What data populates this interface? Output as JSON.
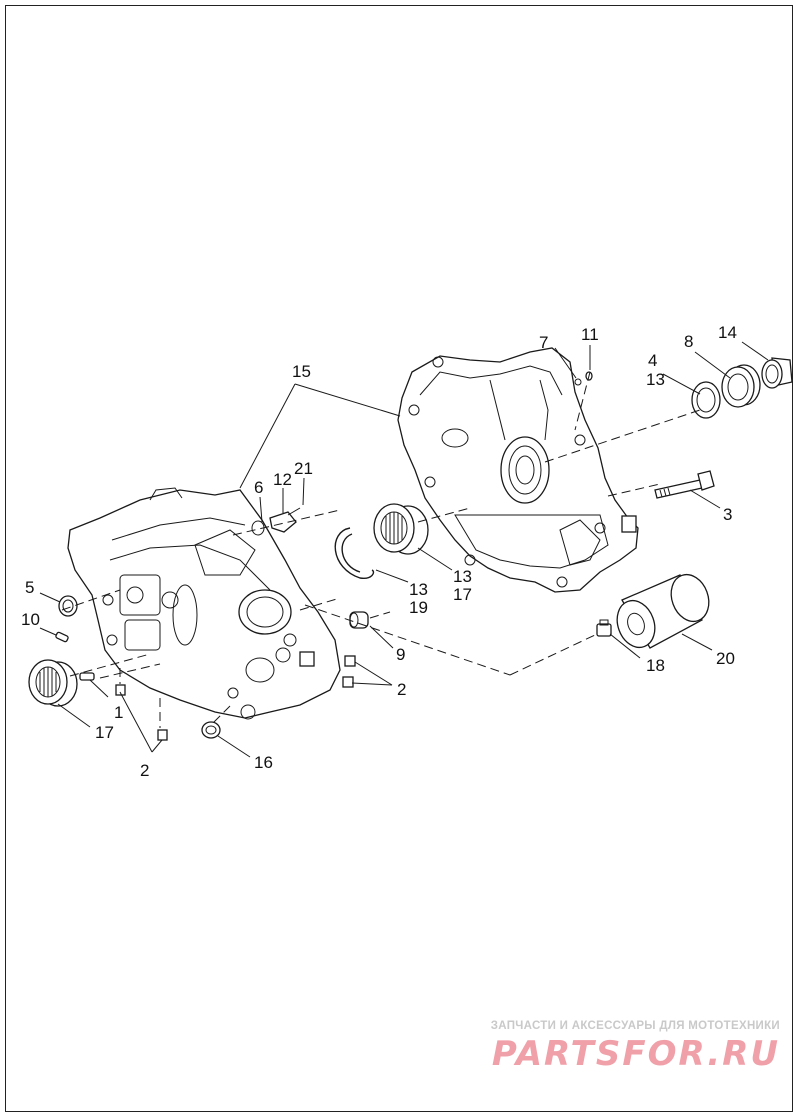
{
  "callouts": {
    "c1": "1",
    "c2a": "2",
    "c2b": "2",
    "c3": "3",
    "c4": "4",
    "c5": "5",
    "c6": "6",
    "c7": "7",
    "c8": "8",
    "c9": "9",
    "c10": "10",
    "c11": "11",
    "c12": "12",
    "c13a": "13",
    "c13b": "13",
    "c13c": "13",
    "c14": "14",
    "c15": "15",
    "c16": "16",
    "c17a": "17",
    "c17b": "17",
    "c18": "18",
    "c19": "19",
    "c20": "20",
    "c21": "21"
  },
  "watermark": {
    "caption": "ЗАПЧАСТИ И АКСЕССУАРЫ ДЛЯ МОТОТЕХНИКИ",
    "logo": "PARTSFOR.RU"
  },
  "colors": {
    "line": "#1a1a1a",
    "watermark_caption": "#c9c9c9",
    "watermark_logo": "#f0a0a8"
  }
}
